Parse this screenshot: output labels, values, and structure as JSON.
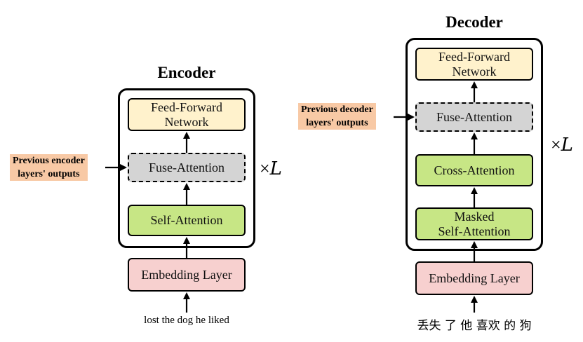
{
  "encoder": {
    "title": "Encoder",
    "ffn_label": "Feed-Forward\nNetwork",
    "fuse_label": "Fuse-Attention",
    "self_attention_label": "Self-Attention",
    "embedding_label": "Embedding Layer",
    "side_input": "Previous encoder\nlayers' outputs",
    "repeat": {
      "times_symbol": "×",
      "variable": "L"
    },
    "input_text": "lost the dog he liked"
  },
  "decoder": {
    "title": "Decoder",
    "ffn_label": "Feed-Forward\nNetwork",
    "fuse_label": "Fuse-Attention",
    "cross_attention_label": "Cross-Attention",
    "masked_self_attention_label": "Masked\nSelf-Attention",
    "embedding_label": "Embedding Layer",
    "side_input": "Previous decoder\nlayers' outputs",
    "repeat": {
      "times_symbol": "×",
      "variable": "L"
    },
    "input_text": "丢失 了 他 喜欢 的 狗"
  },
  "colors": {
    "ffn": "#fff2cc",
    "fuse": "#d4d4d4",
    "attention": "#c7e685",
    "embedding": "#f7d0cf",
    "side_input_highlight": "#f8c9a5"
  }
}
